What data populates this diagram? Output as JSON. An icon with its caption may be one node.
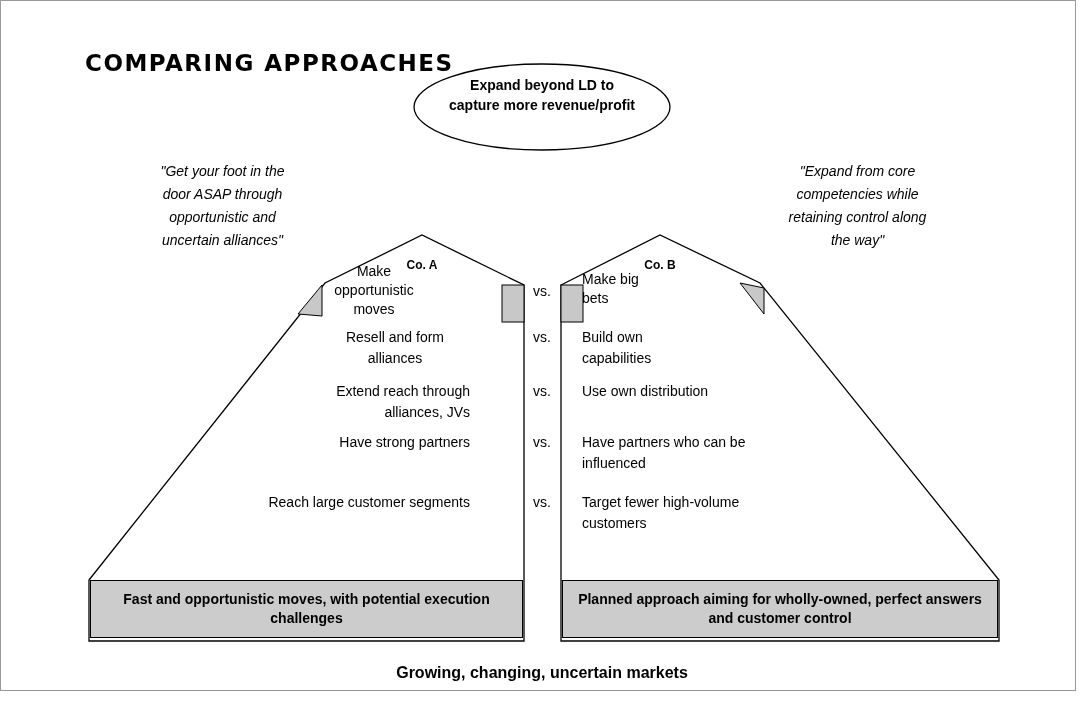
{
  "diagram": {
    "title": "COMPARING APPROACHES",
    "caption": "Growing, changing, uncertain markets",
    "nodes": [
      {
        "text": [
          "Expand beyond LD to capture more revenue/profit"
        ]
      },
      {
        "text": [
          "Co. A"
        ]
      },
      {
        "text": [
          "Fast and opportunistic moves, with potential execution challenges"
        ],
        "in": 1
      },
      {
        "text": [
          "Co. B"
        ]
      },
      {
        "text": [
          "Planned approach aiming for wholly-owned, perfect answers and customer control"
        ],
        "in": 3
      }
    ],
    "edges": [],
    "labels": [
      "\"Get your foot in the door ASAP through opportunistic and uncertain alliances\"",
      "Make opportunistic moves",
      "vs.",
      "Make big bets",
      "\"Expand from core competencies while retaining control along the way\"",
      "Resell and form alliances",
      "vs.",
      "Build own capabilities",
      "Extend reach through alliances, JVs",
      "vs.",
      "Use own distribution",
      "Have strong partners",
      "vs.",
      "Have partners who can be influenced",
      "Reach large customer segments",
      "vs.",
      "Target fewer high-volume customers"
    ]
  }
}
